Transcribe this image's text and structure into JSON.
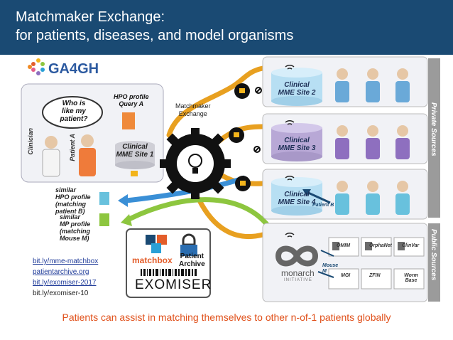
{
  "header": {
    "title_line1": "Matchmaker Exchange:",
    "title_line2": "for patients, diseases, and model organisms"
  },
  "logo": {
    "text": "GA4GH"
  },
  "left_panel": {
    "clinician_label": "Clinician",
    "patient_label": "Patient A",
    "speech": [
      "Who is",
      "like my",
      "patient?"
    ],
    "hpo_query": [
      "HPO profile",
      "Query A"
    ],
    "site1": [
      "Clinical",
      "MME Site 1"
    ]
  },
  "hub": {
    "label": [
      "Matchmaker",
      "Exchange"
    ]
  },
  "sites": [
    {
      "line1": "Clinical",
      "line2": "MME Site 2"
    },
    {
      "line1": "Clinical",
      "line2": "MME Site 3"
    },
    {
      "line1": "Clinical",
      "line2": "MME Site 4"
    }
  ],
  "patient_b_label": "Patient B",
  "results": {
    "hpo_similar": [
      "similar",
      "HPO profile",
      "(matching",
      "patient B)"
    ],
    "mp_similar": [
      "similar",
      "MP profile",
      "(matching",
      "Mouse M)"
    ]
  },
  "tools": {
    "matchbox": "matchbox",
    "patient_archive": [
      "Patient",
      "Archive"
    ],
    "exomiser": "EXOMISER"
  },
  "public": {
    "sources": [
      "OMIM",
      "OrphaNet",
      "ClinVar"
    ],
    "models": [
      "MGI",
      "ZFIN",
      "Worm Base"
    ],
    "monarch": "monarch",
    "monarch_sub": "INITIATIVE",
    "mouse_label": [
      "Mouse",
      "M"
    ]
  },
  "sidebars": {
    "private": "Private Sources",
    "public": "Public Sources"
  },
  "links": [
    "bit.ly/mme-matchbox",
    "patientarchive.org",
    "bit.ly/exomiser-2017",
    "bit.ly/exomiser-10"
  ],
  "footer": "Patients can assist in matching themselves to other n-of-1 patients globally",
  "colors": {
    "header": "#1a4a73",
    "orange_arrow": "#e8a020",
    "blue_arrow": "#3a8fd6",
    "green_arrow": "#8dc63f",
    "gear": "#111111",
    "footer_text": "#e0501a",
    "site_blue": "#b7dff3",
    "site_purple": "#b8a8d6"
  }
}
